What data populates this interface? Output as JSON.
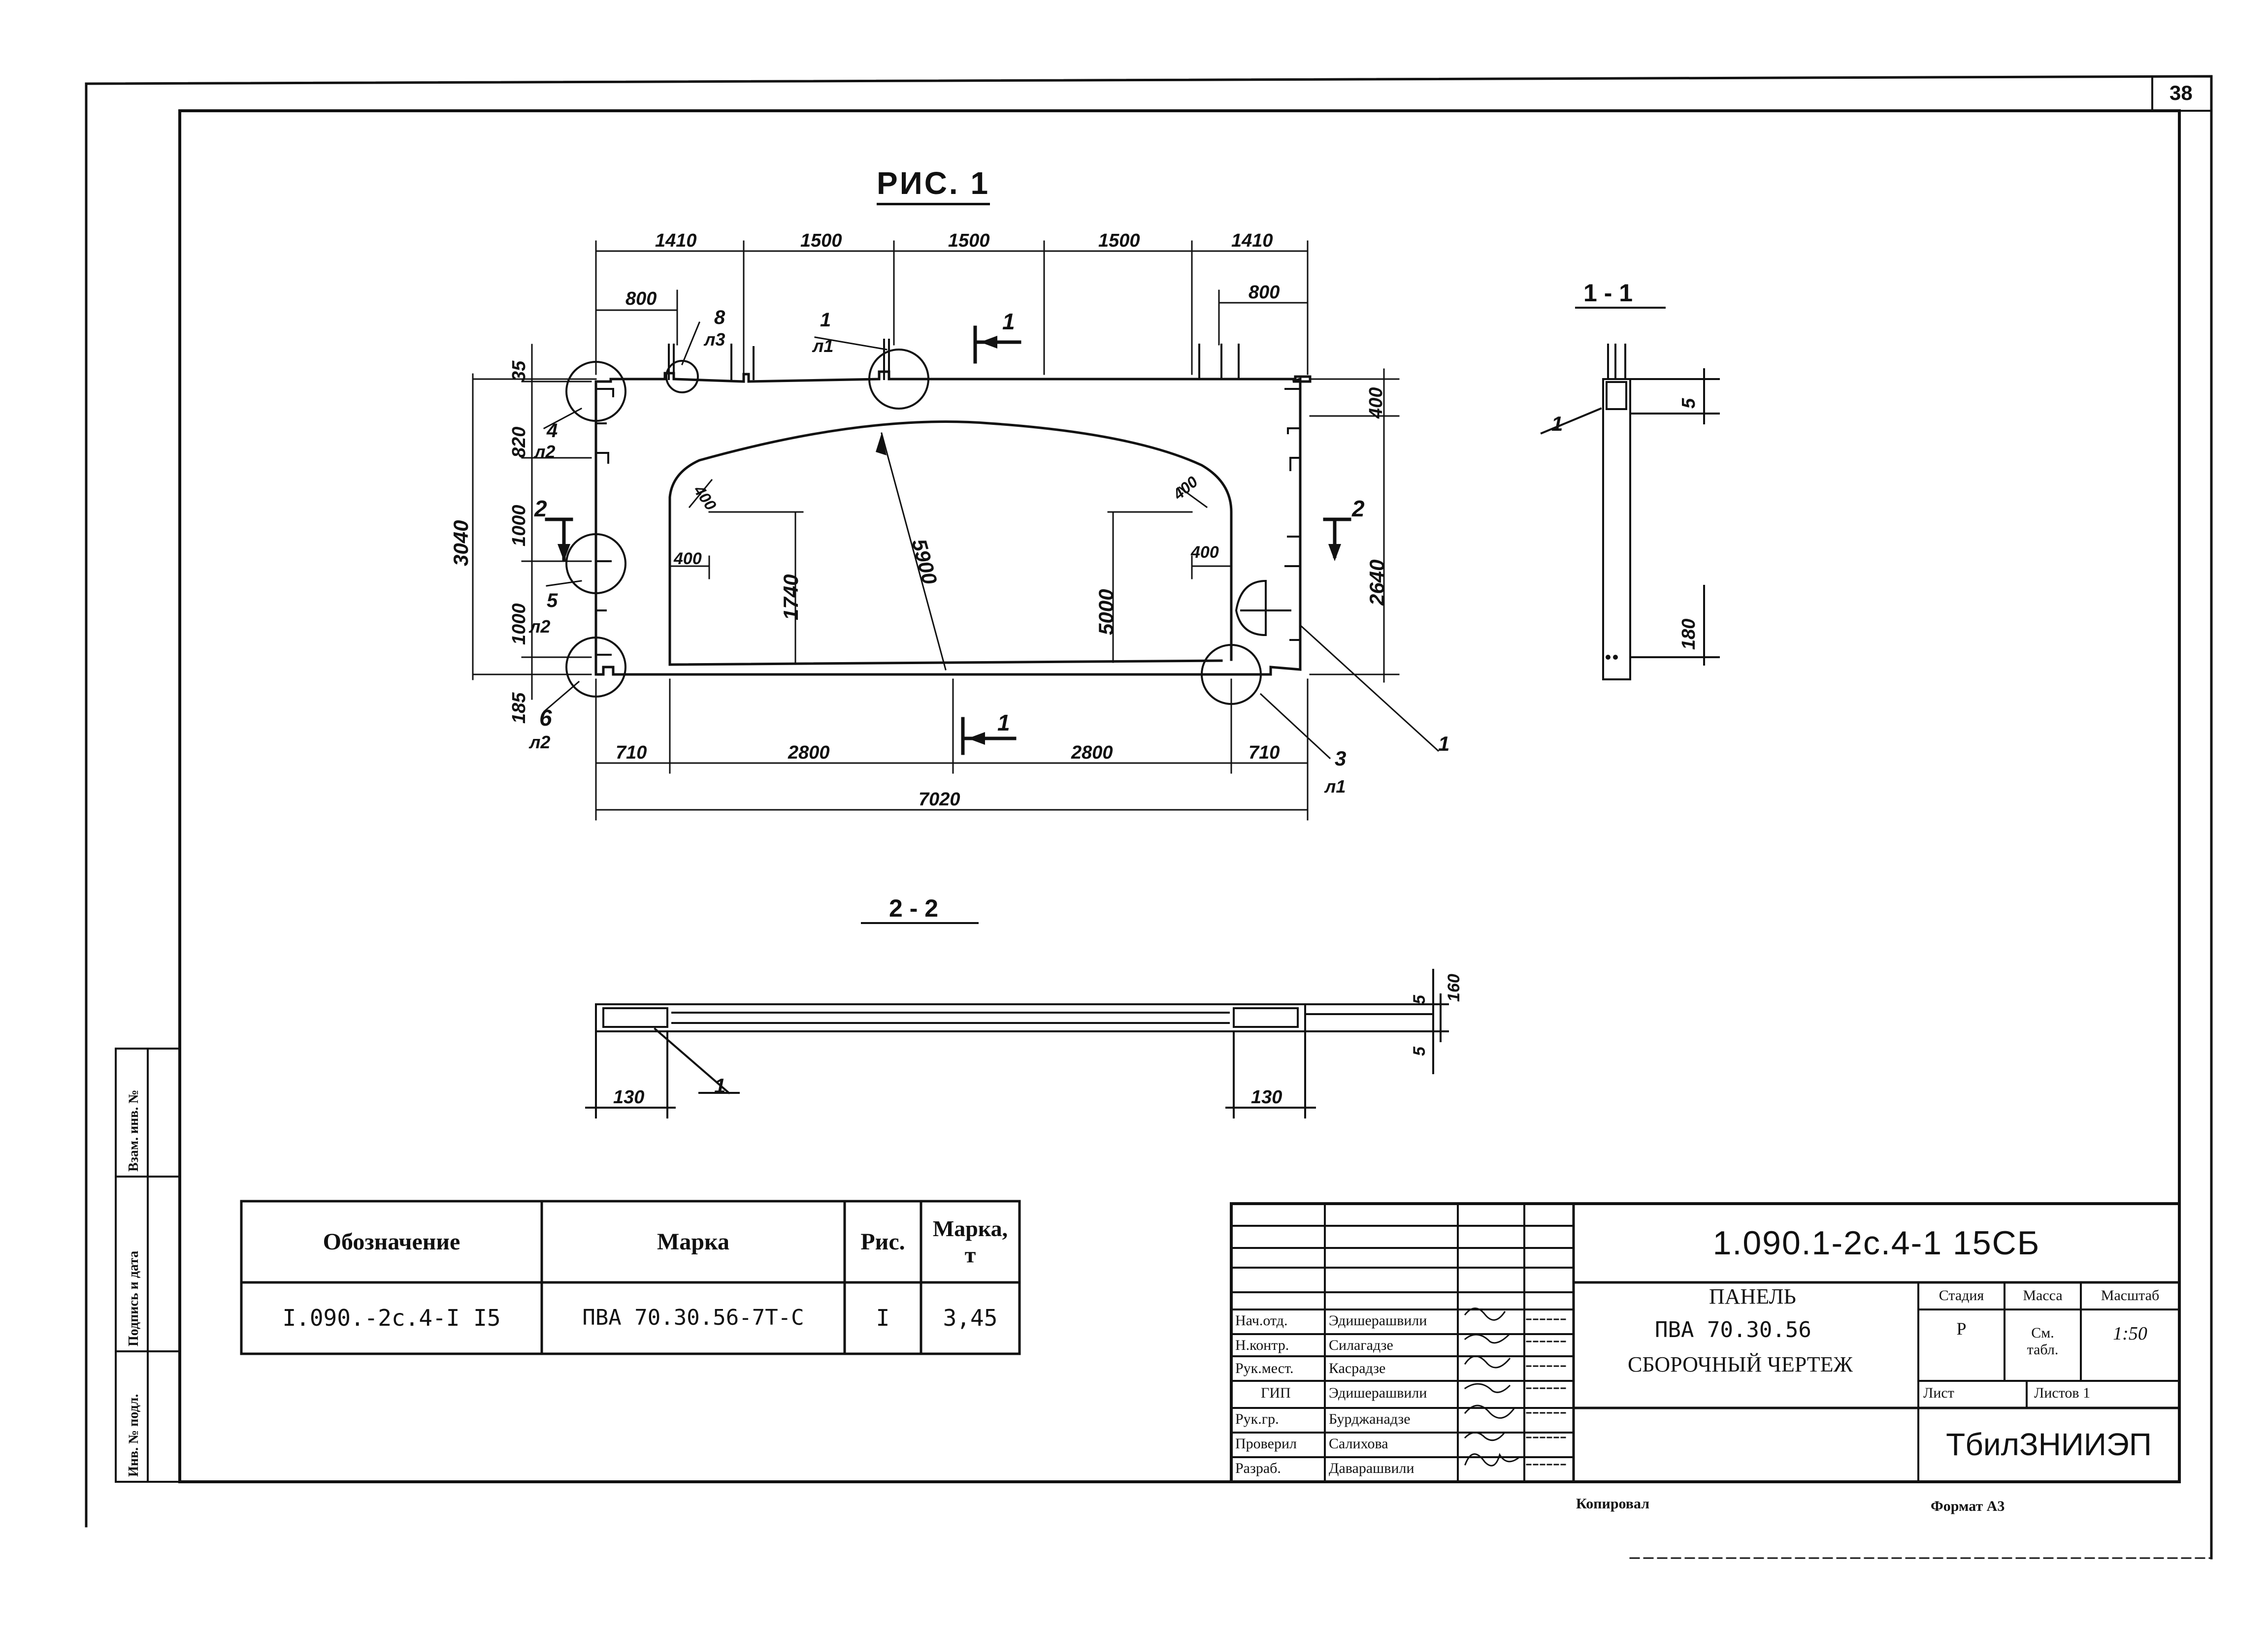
{
  "sheet_number": "38",
  "fig1": {
    "title": "РИС. 1",
    "top_dims": [
      "1410",
      "1500",
      "1500",
      "1500",
      "1410"
    ],
    "top_800_left": "800",
    "top_800_right": "800",
    "left_dims": [
      "35",
      "820",
      "1000",
      "1000",
      "185"
    ],
    "left_total": "3040",
    "right_dims": [
      "400",
      "2640"
    ],
    "bottom_dims": [
      "710",
      "2800",
      "2800",
      "710"
    ],
    "bottom_total": "7020",
    "inner": {
      "r400_left": "400",
      "r400_right": "400",
      "off400_left": "400",
      "off400_right": "400",
      "h1740": "1740",
      "h5000": "5000",
      "r5900": "5900"
    },
    "callouts": {
      "c1_num": "1",
      "c1_sheet": "л1",
      "c8_num": "8",
      "c8_sheet": "л3",
      "c4_num": "4",
      "c4_sheet": "л2",
      "c5_num": "5",
      "c5_sheet": "л2",
      "c6_num": "6",
      "c6_sheet": "л2",
      "c3_num": "3",
      "c3_sheet": "л1",
      "pos1_bottom": "1"
    },
    "section_marks": {
      "top_1": "1",
      "bottom_1": "1",
      "left_2": "2",
      "right_2": "2"
    }
  },
  "sec11": {
    "title": "1 - 1",
    "pos": "1",
    "d5": "5",
    "d180": "180"
  },
  "sec22": {
    "title": "2 - 2",
    "pos": "1",
    "d5a": "5",
    "d160": "160",
    "d5b": "5",
    "d130l": "130",
    "d130r": "130"
  },
  "spec_table": {
    "headers": [
      "Обозначение",
      "Марка",
      "Рис.",
      "Марка,\nт"
    ],
    "row": [
      "I.090.-2с.4-I I5",
      "ПВА 70.30.56-7Т-С",
      "I",
      "3,45"
    ]
  },
  "margin_stamp": [
    "Инв. № подл.",
    "Подпись и дата",
    "Взам. инв. №"
  ],
  "title_block": {
    "code": "1.090.1-2с.4-1 15СБ",
    "name_lines": [
      "ПАНЕЛЬ",
      "ПВА 70.30.56",
      "СБОРОЧНЫЙ ЧЕРТЕЖ"
    ],
    "roles": [
      "Нач.отд.",
      "Н.контр.",
      "Рук.мест.",
      "ГИП",
      "Рук.гр.",
      "Проверил",
      "Разраб."
    ],
    "names": [
      "Эдишерашвили",
      "Силагадзе",
      "Касрадзе",
      "Эдишерашвили",
      "Бурджанадзе",
      "Салихова",
      "Даварашвили"
    ],
    "stage_header": "Стадия",
    "mass_header": "Масса",
    "scale_header": "Масштаб",
    "stage": "Р",
    "mass": "См.\nтабл.",
    "scale": "1:50",
    "sheet_label": "Лист",
    "sheets_label": "Листов 1",
    "org": "ТбилЗНИИЭП"
  },
  "footer": {
    "copied": "Копировал",
    "format": "Формат А3"
  }
}
